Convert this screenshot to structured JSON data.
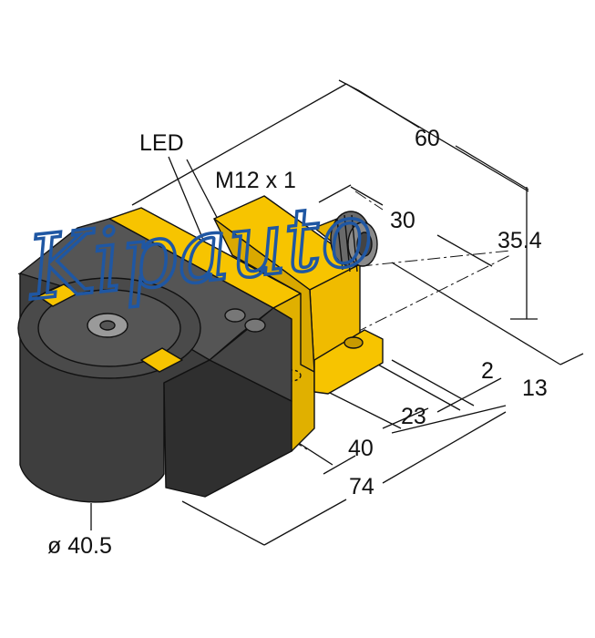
{
  "labels": {
    "led": "LED",
    "thread": "M12 x 1",
    "diameter": "ø 40.5"
  },
  "dimensions": {
    "length": "60",
    "connector_length": "30",
    "height": "35.4",
    "depth": "13",
    "flange": "2",
    "hole_offset": "23",
    "body_width": "40",
    "total_width": "74"
  },
  "watermark": "Kipauto",
  "colors": {
    "housing_yellow": "#f7c400",
    "housing_yellow_shade": "#d9a800",
    "body_dark": "#4a4a4a",
    "body_darker": "#333333",
    "watermark_blue": "#1f57a3"
  }
}
